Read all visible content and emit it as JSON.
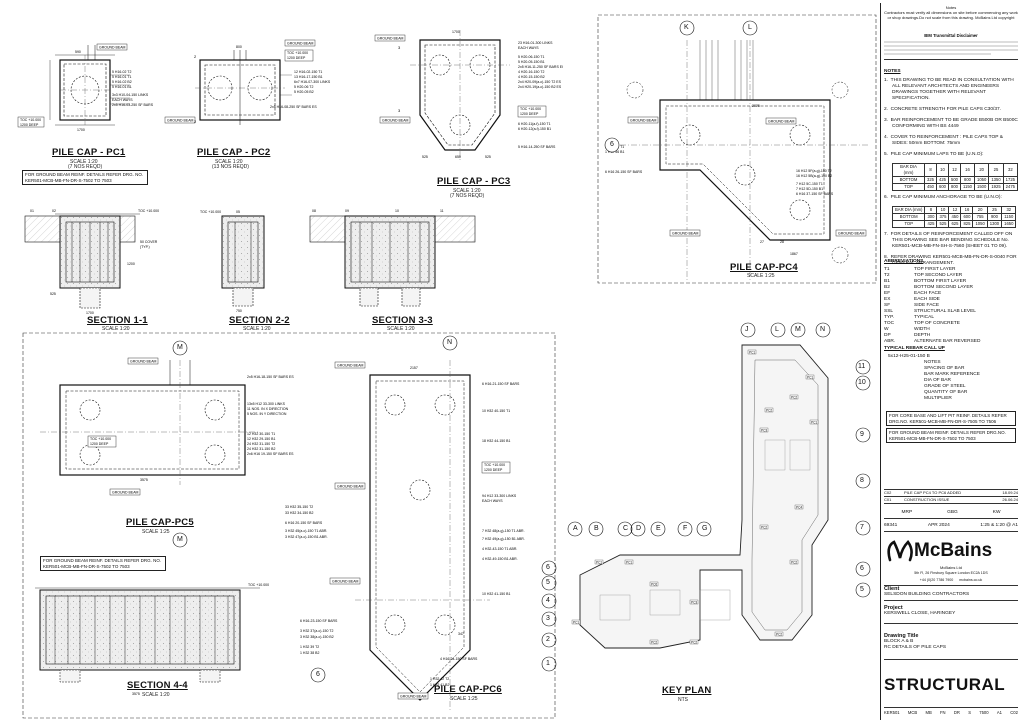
{
  "pile_caps": {
    "pc1": {
      "title": "PILE CAP - PC1",
      "scale": "SCALE 1:20",
      "note": "(7 NOS REQD)"
    },
    "pc2": {
      "title": "PILE CAP - PC2",
      "scale": "SCALE 1:20",
      "note": "(13 NOS REQD)"
    },
    "pc3": {
      "title": "PILE CAP - PC3",
      "scale": "SCALE 1:20",
      "note": "(7 NOS REQD)"
    },
    "pc4": {
      "title": "PILE CAP-PC4",
      "scale": "SCALE 1:25"
    },
    "pc5": {
      "title": "PILE CAP-PC5",
      "scale": "SCALE 1:25"
    },
    "pc6": {
      "title": "PILE CAP-PC6",
      "scale": "SCALE 1:25"
    }
  },
  "sections": {
    "s11": {
      "title": "SECTION 1-1",
      "scale": "SCALE 1:20"
    },
    "s22": {
      "title": "SECTION 2-2",
      "scale": "SCALE 1:20"
    },
    "s33": {
      "title": "SECTION 3-3",
      "scale": "SCALE 1:20"
    },
    "s44": {
      "title": "SECTION 4-4",
      "scale": "SCALE 1:20"
    }
  },
  "key_plan": {
    "title": "KEY PLAN",
    "scale": "NTS"
  },
  "labels": {
    "ground_beam": "GROUND BEAM",
    "toc": "TOC +10.000",
    "deep": "1200 DEEP",
    "ground_beam_note": "FOR GROUND BEAM REINF. DETAILS REFER DRG. NO. KER501-MCB-MB-FN-DR-S-7502 TO 7503"
  },
  "grid_labels": {
    "top_pc4": [
      "K",
      "L"
    ],
    "pc5": [
      "M"
    ],
    "pc6": [
      "N"
    ],
    "key_top": [
      "J",
      "L",
      "M",
      "N"
    ],
    "key_bottom": [
      "A",
      "B",
      "C",
      "D",
      "E",
      "F",
      "G"
    ],
    "key_left": [
      "6",
      "5",
      "4",
      "3",
      "2",
      "1"
    ],
    "key_right": [
      "11",
      "10",
      "9",
      "8",
      "7",
      "6",
      "5"
    ],
    "pc4_side": "6",
    "pc6_side": "6"
  },
  "title_block": {
    "notice": "Notes\nContractors must verify all dimensions on site before commencing any work or shop drawings.Do not scale from this drawing. McBains Ltd copyright",
    "disclaimer_title": "BIM Transmittal Disclaimer",
    "notes_heading": "NOTES",
    "notes": [
      "THIS DRAWING TO BE READ IN CONSULTATION WITH ALL RELEVANT ARCHITECTS AND ENGINEERS DRAWINGS TOGETHER WITH RELEVANT SPECIFICATION.",
      "CONCRETE STRENGTH FOR PILE CAPS C30/37.",
      "BAR REINFORCEMENT TO BE GRADE B500B OR B500C CONFORMING WITH BS 4449",
      "COVER TO REINFORCEMENT : PILE CAPS TOP & SIDES: 50mm BOTTOM: 75mm",
      "PILE CAP MINIMUM LAPS TO BE (U.N.O):",
      "PILE CAP MINIMUM ANCHORAGE TO BE (U.N.O):",
      "FOR DETAILS OF REINFORCEMENT CALLED OFF ON THIS DRAWING SEE BAR BENDING SCHEDULE No. KER501-MCB-MB-FN-SH-S-7560 (SHEET 01 TO 09).",
      "REFER DRAWING KER501-MCB-MB-FN-DR-S-0040 FOR GENERAL ARRANGEMENT."
    ],
    "laps_table": {
      "header": [
        "BAR DIA (mm)",
        "8",
        "10",
        "12",
        "16",
        "20",
        "25",
        "32"
      ],
      "rows": [
        [
          "BOTTOM",
          "325",
          "425",
          "500",
          "800",
          "1050",
          "1350",
          "1725"
        ],
        [
          "TOP",
          "450",
          "600",
          "800",
          "1150",
          "1500",
          "1925",
          "2475"
        ]
      ]
    },
    "anchor_table": {
      "header": [
        "BAR DIA (mm)",
        "8",
        "10",
        "12",
        "16",
        "20",
        "25",
        "32"
      ],
      "rows": [
        [
          "BOTTOM",
          "300",
          "375",
          "450",
          "600",
          "755",
          "900",
          "1150"
        ],
        [
          "TOP",
          "425",
          "525",
          "625",
          "825",
          "1050",
          "1300",
          "1650"
        ]
      ]
    },
    "abbreviations_heading": "ABBREVIATIONS",
    "abbreviations": [
      [
        "T1",
        "TOP FIRST LAYER"
      ],
      [
        "T2",
        "TOP SECOND LAYER"
      ],
      [
        "B1",
        "BOTTOM FIRST LAYER"
      ],
      [
        "B2",
        "BOTTOM SECOND LAYER"
      ],
      [
        "EF",
        "EACH FACE"
      ],
      [
        "EX",
        "EACH SIDE"
      ],
      [
        "SF",
        "SIDE FACE"
      ],
      [
        "SSL",
        "STRUCTURAL SLAB LEVEL"
      ],
      [
        "TYP.",
        "TYPICAL"
      ],
      [
        "TOC",
        "TOP OF CONCRETE"
      ],
      [
        "W",
        "WIDTH"
      ],
      [
        "DP",
        "DEPTH"
      ],
      [
        "ABR.",
        "ALTERNATE BAR REVERSED"
      ]
    ],
    "rebar_heading": "TYPICAL REBAR CALL UP",
    "rebar_callup": "5x12-H25-01-150 B",
    "rebar_parts": [
      "NOTES",
      "SPACING OF BAR",
      "BAR MARK REFERENCE",
      "DIA OF BAR",
      "GRADE OF STEEL",
      "QUANTITY OF BAR",
      "MULTIPLIER"
    ],
    "core_note": "FOR CORE BASE AND LIFT PIT REINF. DETAILS REFER DRG.NO. KER501-MCB-MB-FN-DR-S-7505 TO 7506",
    "gb_note": "FOR GROUND BEAM REINF. DETAILS REFER DRG.NO. KER501-MCB-MB-FN-DR-S-7502 TO 7503",
    "revisions": [
      [
        "C02",
        "PILE CAP PC4 TO PC6 ADDED",
        "18.09.24"
      ],
      [
        "C01",
        "CONSTRUCTION ISSUE",
        "26.06.24"
      ]
    ],
    "signoff": [
      "MRP",
      "GBG",
      "KW"
    ],
    "job_no": "69341",
    "date": "APR 2024",
    "scale": "1:25 & 1:20 @ A1",
    "company": "McBains",
    "company_sub": "McBains Ltd",
    "address": "5th Fl, 26 Finsbury Square London EC2A 1DS",
    "phone": "+44 (0)20 7786 7900",
    "web": "mcbains.co.uk",
    "client_heading": "Client",
    "client": "SELSDON BUILDING CONTRACTORS",
    "project_heading": "Project",
    "project": "KERSWELL CLOSE, HARINGEY",
    "drawing_title_heading": "Drawing Title",
    "drawing_title_1": "BLOCK A & B",
    "drawing_title_2": "RC DETAILS OF PILE CAPS",
    "discipline": "STRUCTURAL",
    "drawing_no_parts": [
      "KER501",
      "MCB",
      "MB",
      "FN",
      "DR",
      "S",
      "7500",
      "A1",
      "C02"
    ]
  },
  "dims": {
    "pc1_w": "1700",
    "pc2_w": "800",
    "pc3_w": "1700",
    "pc5_w": "3575",
    "pc6_w": "2157",
    "s11_h": "1200",
    "s22_w": "750",
    "s11_w": "1700",
    "s44_w": "3575"
  }
}
